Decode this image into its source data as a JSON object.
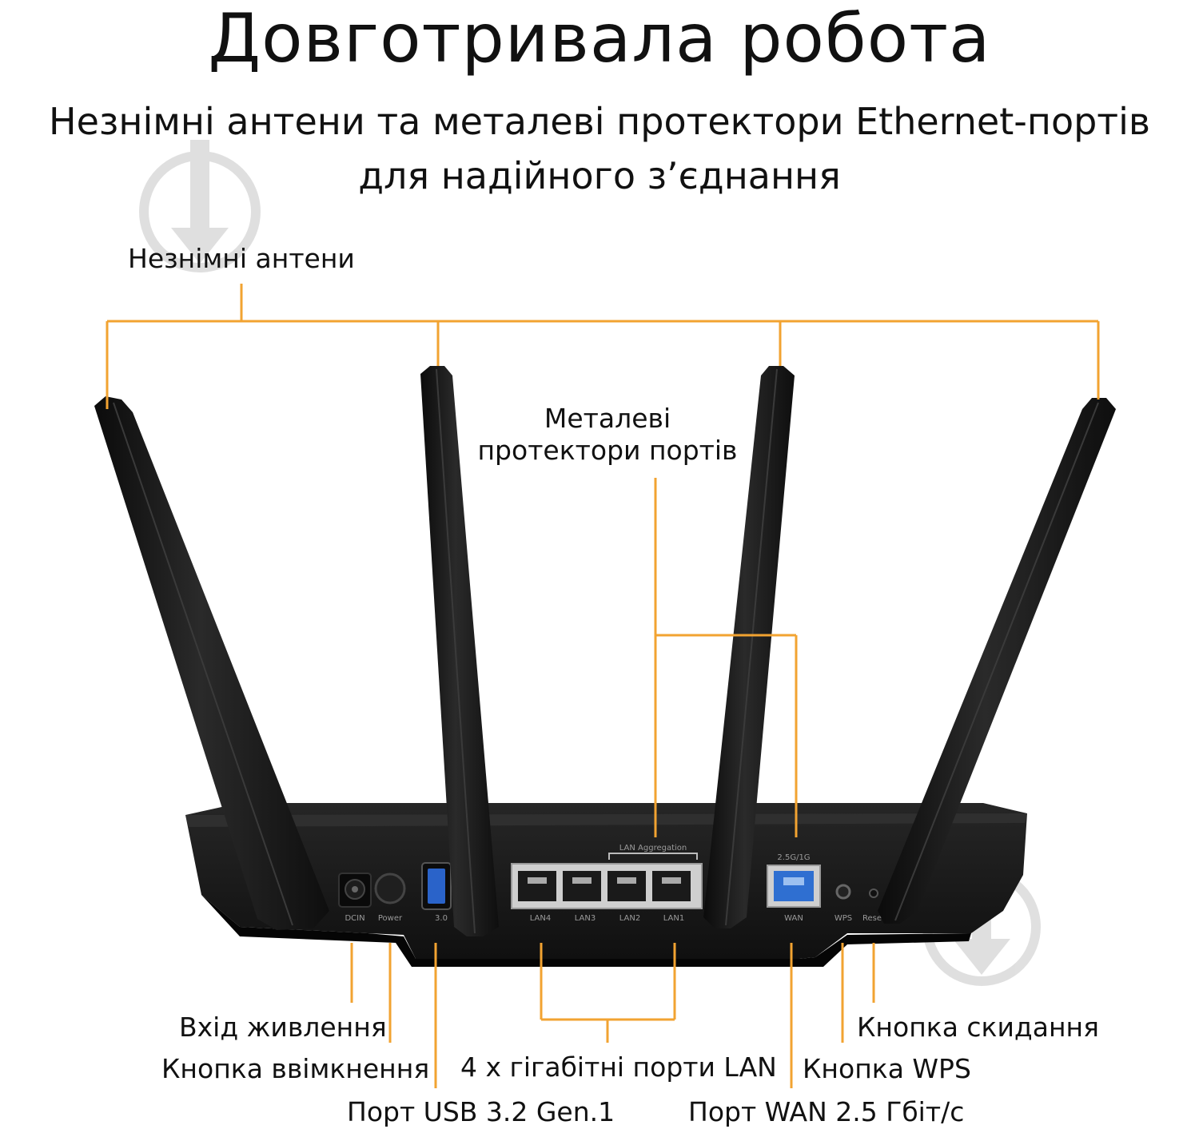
{
  "title": "Довготривала робота",
  "subtitle": {
    "line1": "Незнімні антени та металеві протектори Ethernet-портів",
    "line2": "для надійного з’єднання"
  },
  "callouts": {
    "antennas": "Незнімні антени",
    "port_protectors_line1": "Металеві",
    "port_protectors_line2": "протектори портів",
    "dc_in": "Вхід живлення",
    "power_button": "Кнопка ввімкнення",
    "usb_port": "Порт USB 3.2 Gen.1",
    "lan_ports": "4 x гігабітні порти LAN",
    "wan_port": "Порт WAN 2.5 Гбіт/с",
    "wps_button": "Кнопка WPS",
    "reset_button": "Кнопка скидання"
  },
  "router_labels": {
    "dcin": "DCIN",
    "power": "Power",
    "usb": "3.0",
    "lan_aggregation": "LAN Aggregation",
    "lan4": "LAN4",
    "lan3": "LAN3",
    "lan2": "LAN2",
    "lan1": "LAN1",
    "wan_speed": "2.5G/1G",
    "wan": "WAN",
    "wps": "WPS",
    "reset": "Reset"
  },
  "colors": {
    "callout_line": "#F2A331",
    "router_body": "#1a1a1a",
    "wan_port": "#2f6fd1",
    "usb_port": "#2a63c9"
  },
  "icons": {
    "watermark": "download-arrow-icon",
    "usb": "usb-icon"
  }
}
